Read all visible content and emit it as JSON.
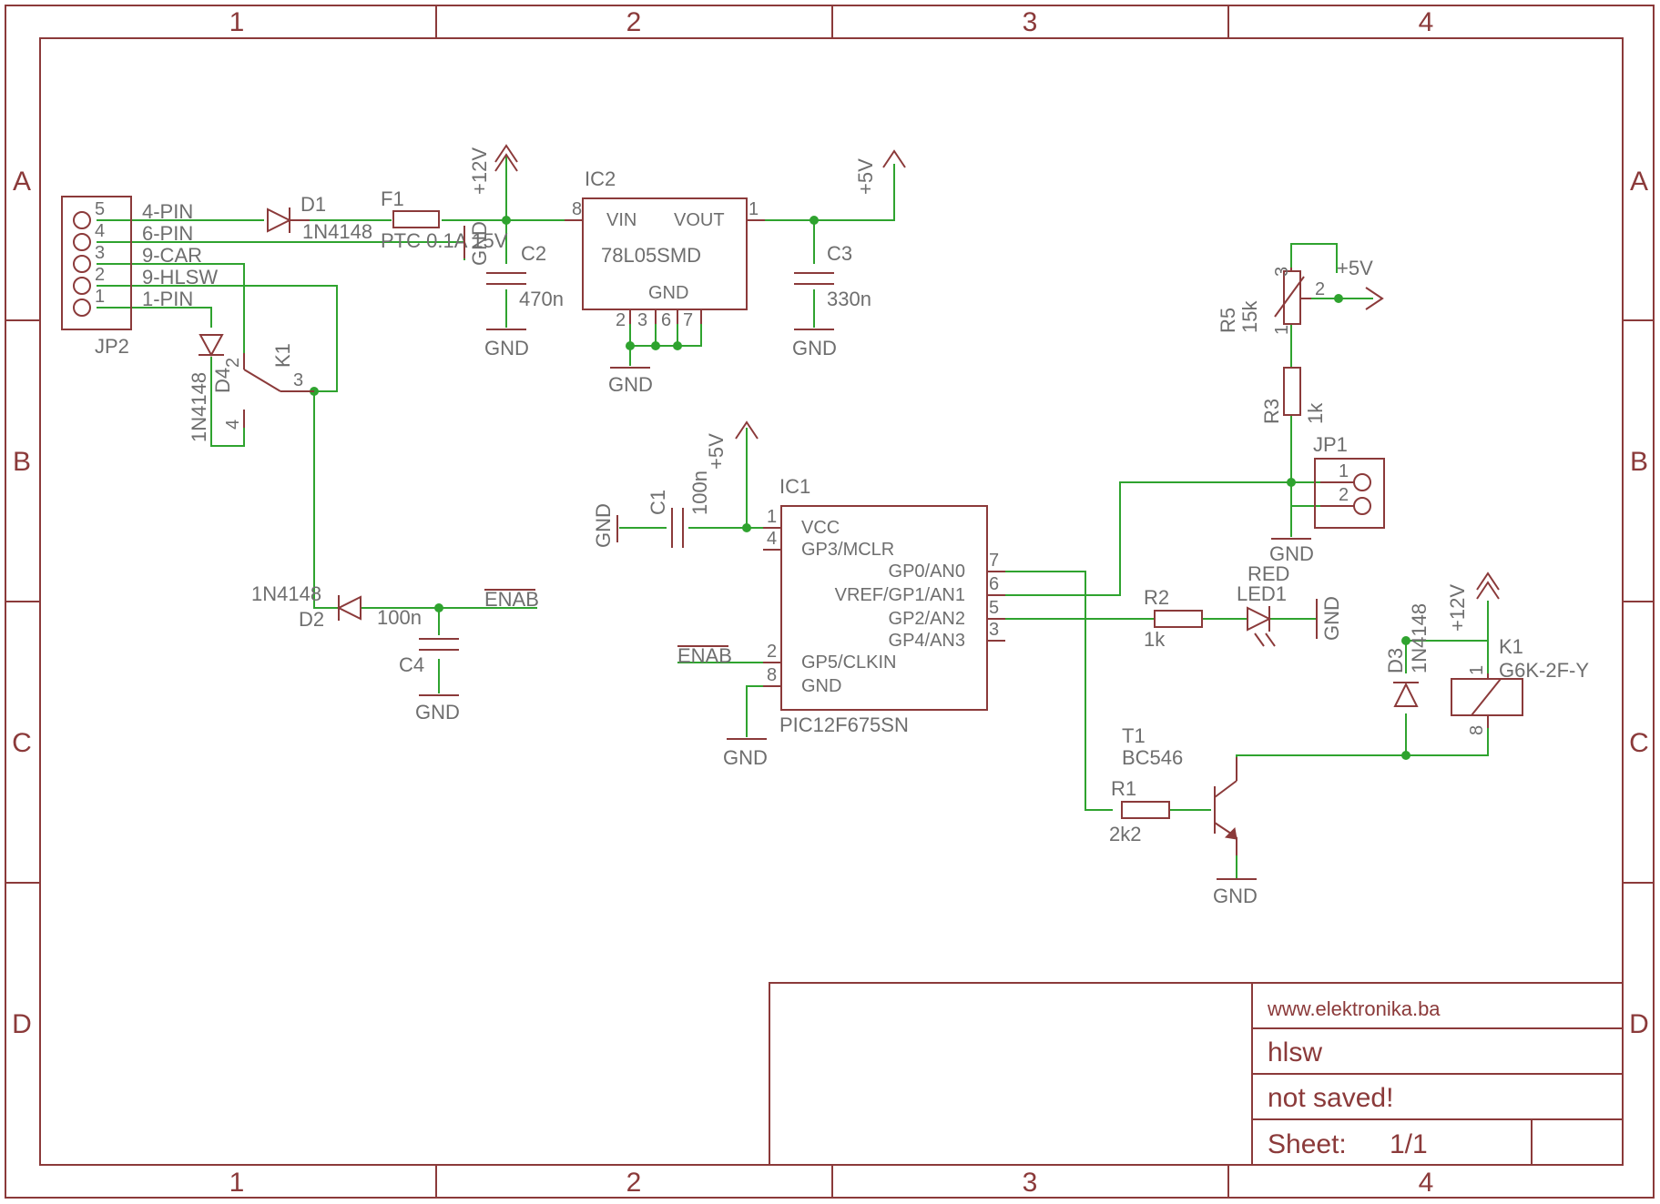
{
  "frame": {
    "columns": [
      "1",
      "2",
      "3",
      "4"
    ],
    "rows": [
      "A",
      "B",
      "C",
      "D"
    ]
  },
  "title_block": {
    "website": "www.elektronika.ba",
    "title": "hlsw",
    "status": "not saved!",
    "sheet_label": "Sheet:",
    "sheet_value": "1/1"
  },
  "parts": {
    "jp2": {
      "ref": "JP2",
      "pins": [
        "5",
        "4",
        "3",
        "2",
        "1"
      ],
      "nets": [
        "4-PIN",
        "6-PIN",
        "9-CAR",
        "9-HLSW",
        "1-PIN"
      ]
    },
    "d1": {
      "ref": "D1",
      "value": "1N4148"
    },
    "f1": {
      "ref": "F1",
      "value": "PTC 0.1A 15V"
    },
    "ic2": {
      "ref": "IC2",
      "value": "78L05SMD",
      "vin": "VIN",
      "vout": "VOUT",
      "gnd": "GND",
      "pin_in": "8",
      "pin_out": "1",
      "gnd_pins": [
        "2",
        "3",
        "6",
        "7"
      ]
    },
    "c2": {
      "ref": "C2",
      "value": "470n"
    },
    "c3": {
      "ref": "C3",
      "value": "330n"
    },
    "d4": {
      "ref": "D4",
      "value": "1N4148"
    },
    "k1_contact": {
      "ref": "K1",
      "pins": [
        "2",
        "3",
        "4"
      ]
    },
    "d2": {
      "ref": "D2",
      "value": "1N4148"
    },
    "c4": {
      "ref": "C4",
      "value": "100n"
    },
    "c1": {
      "ref": "C1",
      "value": "100n"
    },
    "ic1": {
      "ref": "IC1",
      "value": "PIC12F675SN",
      "left_pins": [
        {
          "num": "1",
          "name": "VCC"
        },
        {
          "num": "4",
          "name": "GP3/MCLR"
        },
        {
          "num": "2",
          "name": "GP5/CLKIN"
        },
        {
          "num": "8",
          "name": "GND"
        }
      ],
      "right_pins": [
        {
          "num": "7",
          "name": "GP0/AN0"
        },
        {
          "num": "6",
          "name": "VREF/GP1/AN1"
        },
        {
          "num": "5",
          "name": "GP2/AN2"
        },
        {
          "num": "3",
          "name": "GP4/AN3"
        }
      ]
    },
    "r5": {
      "ref": "R5",
      "value": "15k",
      "pins": [
        "3",
        "2",
        "1"
      ]
    },
    "r3": {
      "ref": "R3",
      "value": "1k"
    },
    "jp1": {
      "ref": "JP1",
      "pins": [
        "1",
        "2"
      ]
    },
    "r2": {
      "ref": "R2",
      "value": "1k"
    },
    "led1": {
      "ref": "LED1",
      "value": "RED"
    },
    "d3": {
      "ref": "D3",
      "value": "1N4148"
    },
    "k1_coil": {
      "ref": "K1",
      "value": "G6K-2F-Y",
      "pins": [
        "1",
        "8"
      ]
    },
    "t1": {
      "ref": "T1",
      "value": "BC546"
    },
    "r1": {
      "ref": "R1",
      "value": "2k2"
    }
  },
  "supplies": {
    "plus12v": "+12V",
    "plus5v": "+5V",
    "gnd": "GND",
    "enab": "ENAB"
  }
}
